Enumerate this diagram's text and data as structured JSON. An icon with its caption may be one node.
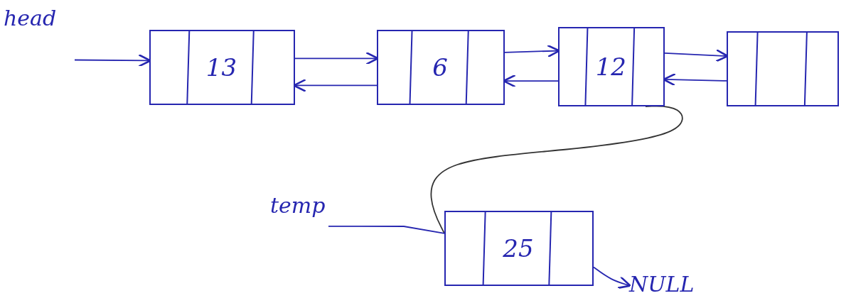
{
  "diagram": {
    "nodes": [
      {
        "text": [
          "head"
        ]
      },
      {
        "text": [
          "13"
        ]
      },
      {
        "text": [
          "6"
        ]
      },
      {
        "text": [
          "12"
        ]
      },
      {
        "text": [],
        "shape": "box"
      },
      {
        "text": [
          "temp"
        ]
      },
      {
        "text": [
          "25"
        ]
      },
      {
        "text": [
          "NULL"
        ]
      }
    ],
    "edges": [
      {
        "from": 0,
        "to": 1,
        "arrow": "to"
      },
      {
        "from": 1,
        "to": 2,
        "arrow": "to"
      },
      {
        "from": 2,
        "to": 1,
        "arrow": "to"
      },
      {
        "from": 2,
        "to": 3,
        "arrow": "to"
      },
      {
        "from": 3,
        "to": 2,
        "arrow": "to"
      },
      {
        "from": 3,
        "to": 4,
        "arrow": "to"
      },
      {
        "from": 4,
        "to": 3,
        "arrow": "to"
      },
      {
        "from": 3,
        "to": 6,
        "arrow": "none",
        "color": "#333333"
      },
      {
        "from": 5,
        "to": 6,
        "arrow": "none"
      },
      {
        "from": 6,
        "to": 7,
        "arrow": "to"
      }
    ]
  }
}
